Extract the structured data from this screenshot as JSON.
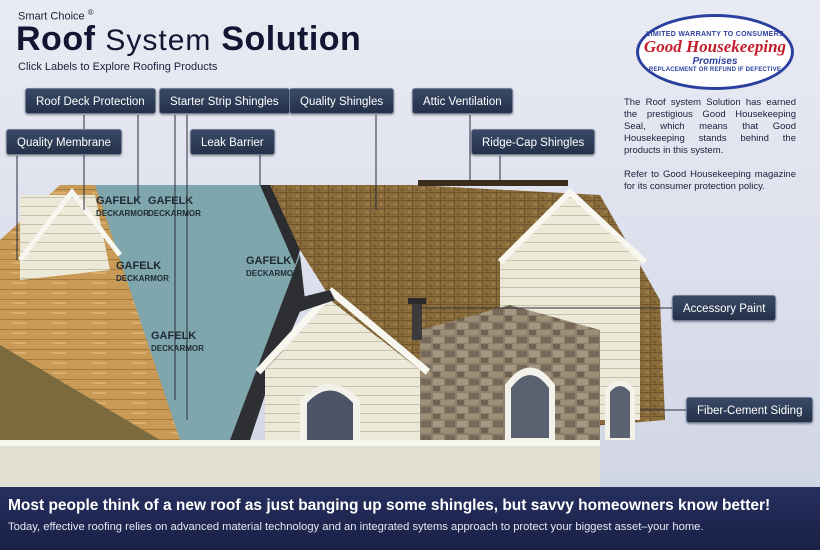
{
  "header": {
    "brand": "Smart Choice",
    "brand_mark": "®",
    "title_part1": "Roof",
    "title_part2": "System",
    "title_part3": "Solution",
    "subtitle": "Click Labels to Explore Roofing Products"
  },
  "seal": {
    "top_text": "LIMITED WARRANTY TO CONSUMERS",
    "main_text": "Good Housekeeping",
    "promises": "Promises",
    "bottom_text": "REPLACEMENT OR REFUND IF DEFECTIVE"
  },
  "info": {
    "paragraph1": "The Roof system Solution has earned the prestigious Good Housekeeping Seal, which means that Good Housekeeping stands behind the products in this system.",
    "paragraph2": "Refer to Good Housekeeping magazine for its consumer protection policy."
  },
  "labels": {
    "roof_deck_protection": "Roof Deck Protection",
    "starter_strip_shingles": "Starter Strip Shingles",
    "quality_shingles": "Quality Shingles",
    "attic_ventilation": "Attic Ventilation",
    "quality_membrane": "Quality Membrane",
    "leak_barrier": "Leak Barrier",
    "ridge_cap_shingles": "Ridge-Cap Shingles",
    "accessory_paint": "Accessory Paint",
    "fiber_cement_siding": "Fiber-Cement Siding"
  },
  "underlayment": {
    "brand1": "GAF",
    "brand2": "ELK",
    "product1": "DECK",
    "product2": "ARMOR"
  },
  "banner": {
    "headline": "Most people think of a new roof as just banging up some shingles, but savvy homeowners know better!",
    "body": "Today, effective roofing relies on advanced material technology and an integrated sytems approach to protect your biggest asset–your home."
  },
  "colors": {
    "shingle": "#8a6b3a",
    "underlayment": "#7fa6ad",
    "banner": "#1f2750",
    "label_bg": "#2a3752"
  }
}
